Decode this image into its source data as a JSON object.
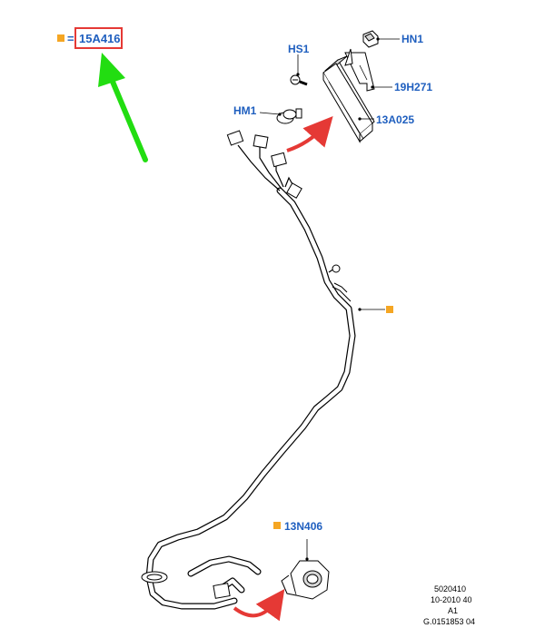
{
  "colors": {
    "label": "#1f5fbf",
    "marker": "#f5a623",
    "highlight_box": "#e53935",
    "green_arrow": "#22dd11",
    "red_arrow": "#e53935"
  },
  "labels": {
    "main_part": "15A416",
    "equals": "=",
    "hs1": "HS1",
    "hn1": "HN1",
    "p19h271": "19H271",
    "hm1": "HM1",
    "p13a025": "13A025",
    "p13n406": "13N406"
  },
  "reference": {
    "line1": "5020410",
    "line2": "10-2010 40",
    "line3": "A1",
    "line4": "G.0151853 04"
  },
  "icons": {
    "main_marker": "orange-square-marker",
    "harness_marker": "orange-square-marker",
    "socket_marker": "orange-square-marker",
    "green_arrow": "green-arrow-icon",
    "red_arrow_module": "red-curved-arrow-icon",
    "red_arrow_socket": "red-curved-arrow-icon"
  }
}
